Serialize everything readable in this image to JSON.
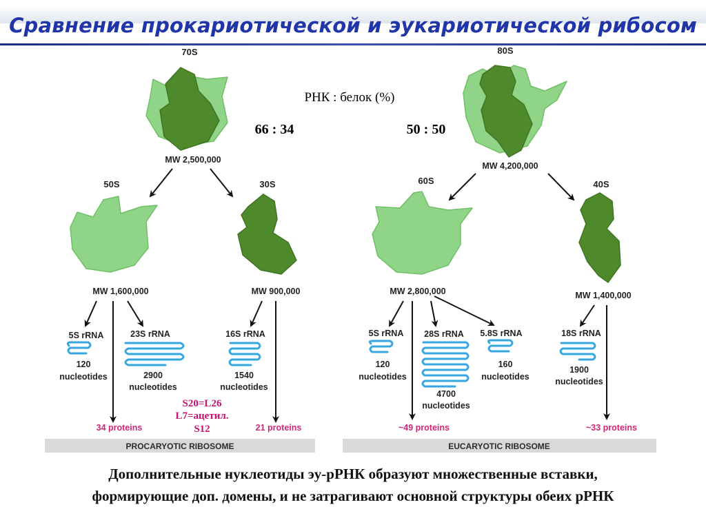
{
  "title": "Сравнение прокариотической и эукариотической рибосом",
  "ratio": {
    "header": "РНК : белок (%)",
    "prokaryotic": "66 : 34",
    "eukaryotic": "50 : 50"
  },
  "prokaryotic": {
    "whole": {
      "name": "70S",
      "mw": "MW 2,500,000"
    },
    "large": {
      "name": "50S",
      "mw": "MW 1,600,000"
    },
    "small": {
      "name": "30S",
      "mw": "MW 900,000"
    },
    "rrnas": [
      {
        "name": "5S rRNA",
        "size": "120",
        "unit": "nucleotides"
      },
      {
        "name": "23S rRNA",
        "size": "2900",
        "unit": "nucleotides"
      },
      {
        "name": "16S rRNA",
        "size": "1540",
        "unit": "nucleotides"
      }
    ],
    "proteins_large": "34 proteins",
    "proteins_small": "21 proteins",
    "notes": [
      "S20=L26",
      "L7=ацетил.",
      "S12"
    ],
    "banner": "PROCARYOTIC RIBOSOME"
  },
  "eukaryotic": {
    "whole": {
      "name": "80S",
      "mw": "MW 4,200,000"
    },
    "large": {
      "name": "60S",
      "mw": "MW 2,800,000"
    },
    "small": {
      "name": "40S",
      "mw": "MW 1,400,000"
    },
    "rrnas": [
      {
        "name": "5S rRNA",
        "size": "120",
        "unit": "nucleotides"
      },
      {
        "name": "28S rRNA",
        "size": "4700",
        "unit": "nucleotides"
      },
      {
        "name": "5.8S rRNA",
        "size": "160",
        "unit": "nucleotides"
      },
      {
        "name": "18S rRNA",
        "size": "1900",
        "unit": "nucleotides"
      }
    ],
    "proteins_large": "~49 proteins",
    "proteins_small": "~33 proteins",
    "banner": "EUCARYOTIC RIBOSOME"
  },
  "footer": {
    "line1": "Дополнительные нуклеотиды эу-рРНК образуют множественные вставки,",
    "line2": "формирующие доп. домены, и не затрагивают основной структуры обеих рРНК"
  },
  "colors": {
    "light_green": "#8fd487",
    "dark_green": "#4e8a2c",
    "rna_blue": "#35a6e3",
    "protein_pink": "#d0267a",
    "title_blue": "#1f35a8"
  }
}
